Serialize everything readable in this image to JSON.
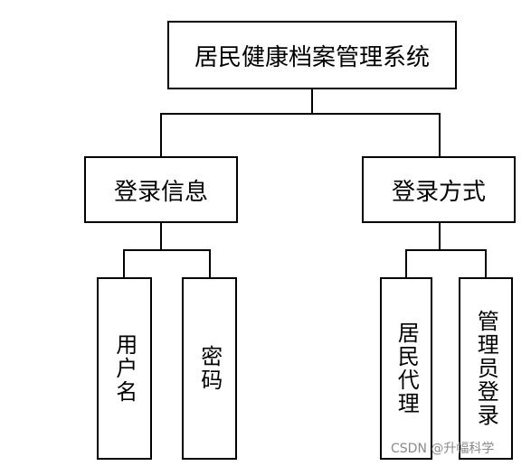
{
  "diagram": {
    "root": {
      "label": "居民健康档案管理系统"
    },
    "groups": [
      {
        "label": "登录信息",
        "children": [
          "用户名",
          "密码"
        ]
      },
      {
        "label": "登录方式",
        "children": [
          "居民代理",
          "管理员登录"
        ]
      }
    ]
  },
  "watermark": {
    "text": "CSDN @升幅科学"
  }
}
